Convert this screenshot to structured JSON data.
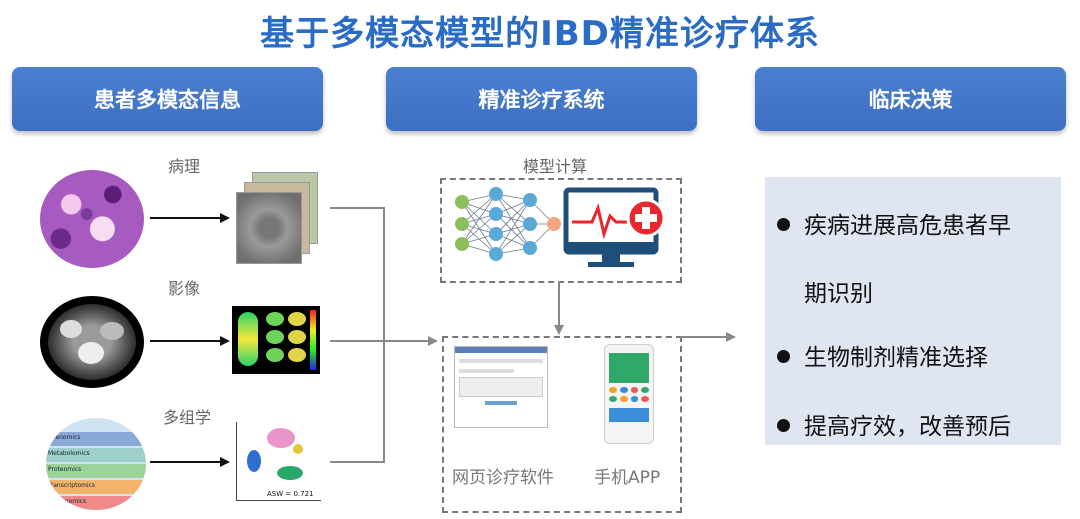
{
  "title": "基于多模态模型的IBD精准诊疗体系",
  "headers": {
    "left": "患者多模态信息",
    "middle": "精准诊疗系统",
    "right": "临床决策"
  },
  "inputs": {
    "pathology": "病理",
    "imaging": "影像",
    "omics": "多组学",
    "asw": "ASW = 0.721",
    "omics_layers": [
      "Phenomics",
      "Metabolomics",
      "Proteomics",
      "Transcriptomics",
      "Epigenomics"
    ]
  },
  "model": {
    "label": "模型计算"
  },
  "software": {
    "web": "网页诊疗软件",
    "app": "手机APP"
  },
  "decisions": {
    "item1_line1": "疾病进展高危患者早",
    "item1_line2": "期识别",
    "item2": "生物制剂精准选择",
    "item3": "提高疗效，改善预后"
  },
  "colors": {
    "title": "#2a6cc4",
    "header_bg": "#4472c4",
    "decision_bg": "#dfe6f2",
    "monitor_red": "#e8262c",
    "monitor_dark": "#1f4e79"
  }
}
